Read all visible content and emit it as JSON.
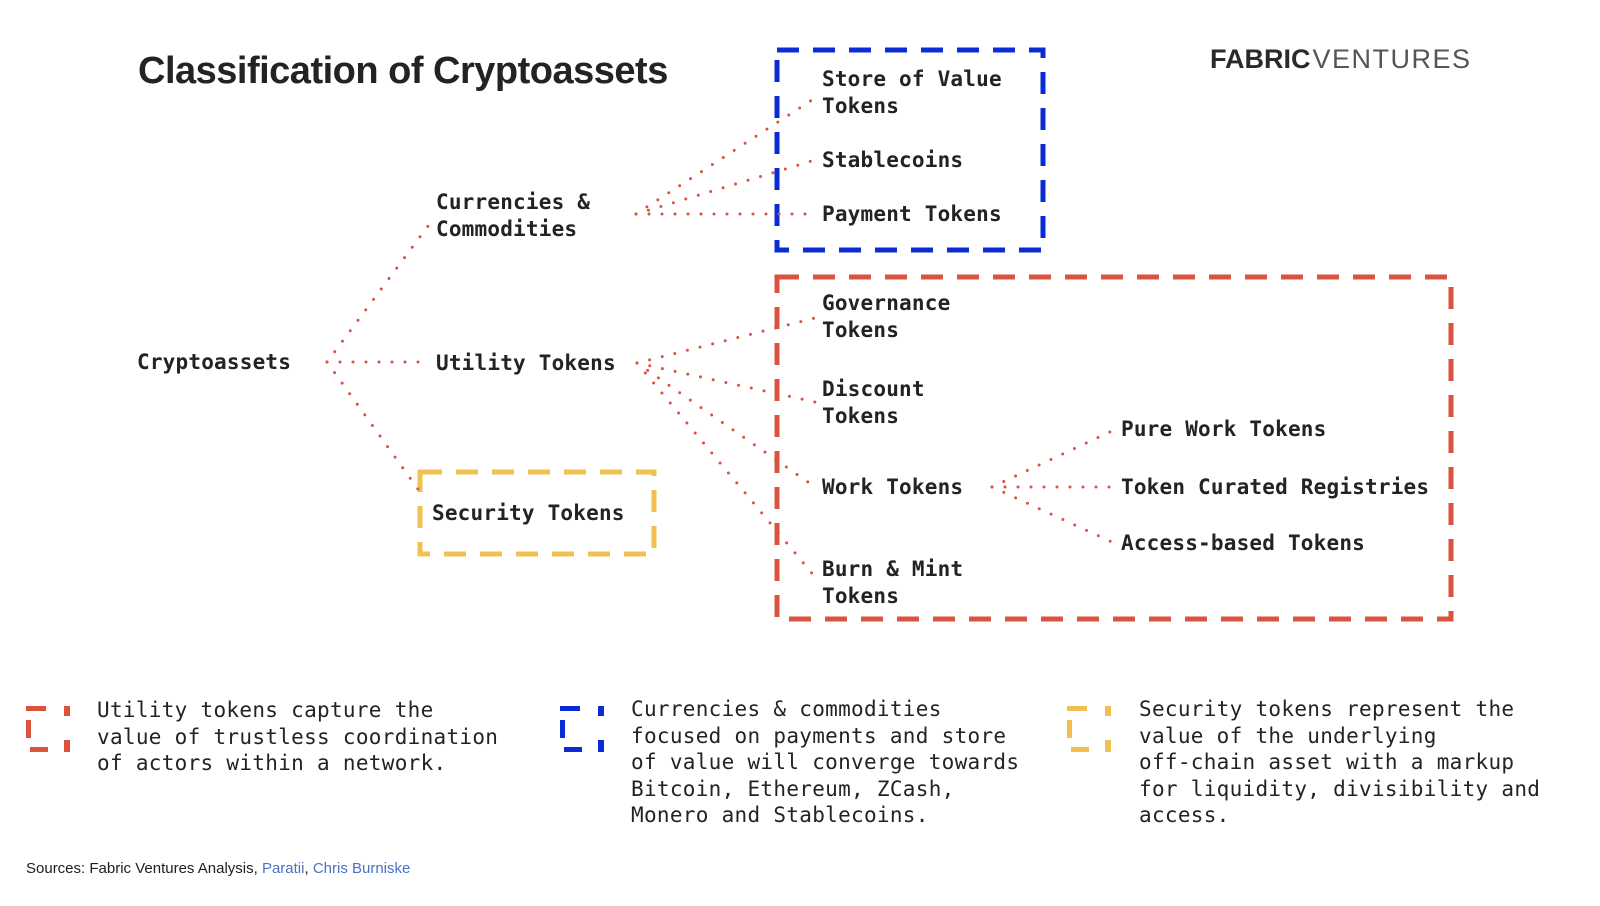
{
  "header": {
    "title": "Classification of Cryptoassets",
    "brand_bold": "FABRIC",
    "brand_light": "VENTURES"
  },
  "colors": {
    "utility_red": "#D9533F",
    "currency_blue": "#0A2BD6",
    "security_yellow": "#F0C050",
    "connector_red": "#D9533F",
    "text": "#232326",
    "link_blue": "#4A72C4"
  },
  "tree": {
    "root": "Cryptoassets",
    "level1": {
      "currencies_line1": "Currencies &",
      "currencies_line2": "Commodities",
      "utility": "Utility Tokens",
      "security": "Security Tokens"
    },
    "currencies_children": {
      "store_line1": "Store of Value",
      "store_line2": "Tokens",
      "stablecoins": "Stablecoins",
      "payment": "Payment Tokens"
    },
    "utility_children": {
      "governance_line1": "Governance",
      "governance_line2": "Tokens",
      "discount_line1": "Discount",
      "discount_line2": "Tokens",
      "work": "Work Tokens",
      "burn_line1": "Burn & Mint",
      "burn_line2": "Tokens"
    },
    "work_children": {
      "pure": "Pure Work Tokens",
      "tcr": "Token Curated Registries",
      "access": "Access-based Tokens"
    }
  },
  "legend": [
    {
      "key": "utility",
      "color": "#D9533F",
      "text": "Utility tokens capture the\nvalue of trustless coordination\nof actors within a network."
    },
    {
      "key": "currencies",
      "color": "#0A2BD6",
      "text": "Currencies & commodities\nfocused on payments and store\nof value will converge towards\nBitcoin, Ethereum, ZCash,\nMonero and Stablecoins."
    },
    {
      "key": "security",
      "color": "#F0C050",
      "text": "Security tokens represent the\nvalue of the underlying\noff-chain asset with a markup\nfor liquidity, divisibility and\naccess."
    }
  ],
  "footer": {
    "prefix": "Sources: Fabric Ventures Analysis, ",
    "link1": "Paratii",
    "separator": ", ",
    "link2": "Chris Burniske"
  }
}
